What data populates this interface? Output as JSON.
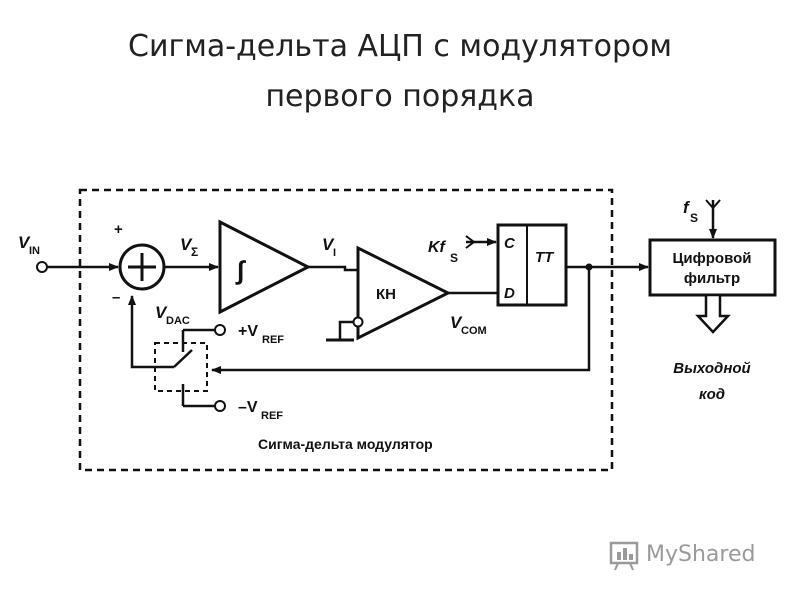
{
  "slide": {
    "title_line1": "Сигма-дельта АЦП с модулятором",
    "title_line2": "первого порядка"
  },
  "diagram": {
    "input_label": "V",
    "input_sub": "IN",
    "plus_sign": "+",
    "minus_sign": "–",
    "vsigma_label": "V",
    "vsigma_sub": "Σ",
    "integrator_symbol": "∫",
    "vi_label": "V",
    "vi_sub": "I",
    "comparator_label": "КН",
    "vcom_label": "V",
    "vcom_sub": "COM",
    "clock_label": "Kf",
    "clock_sub": "S",
    "ff_c": "C",
    "ff_d": "D",
    "ff_tt": "TT",
    "vdac_label": "V",
    "vdac_sub": "DAC",
    "vref_pos_label": "+V",
    "vref_pos_sub": "REF",
    "vref_neg_label": "–V",
    "vref_neg_sub": "REF",
    "modulator_caption": "Сигма-дельта модулятор",
    "fs_label": "f",
    "fs_sub": "S",
    "filter_line1": "Цифровой",
    "filter_line2": "фильтр",
    "output_line1": "Выходной",
    "output_line2": "код"
  },
  "watermark": {
    "text": "MyShared"
  },
  "icons": [
    "integral-icon",
    "summing-junction-icon",
    "switch-icon",
    "ground-icon",
    "watermark-logo-icon"
  ]
}
